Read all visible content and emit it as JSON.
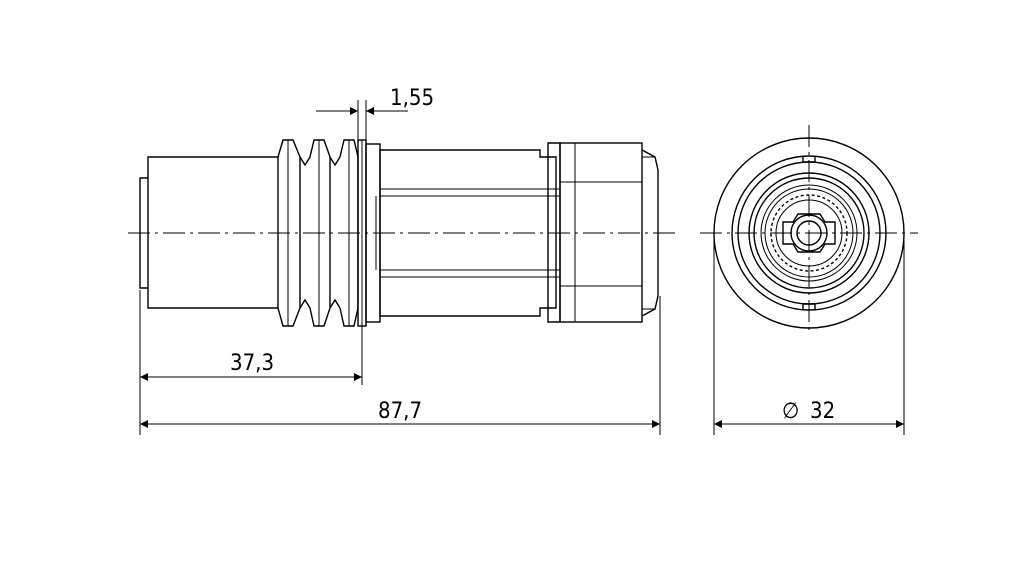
{
  "dimensions": {
    "ring_width": "1,55",
    "front_length": "37,3",
    "total_length": "87,7",
    "diameter_symbol": "∅",
    "diameter_value": "32"
  }
}
